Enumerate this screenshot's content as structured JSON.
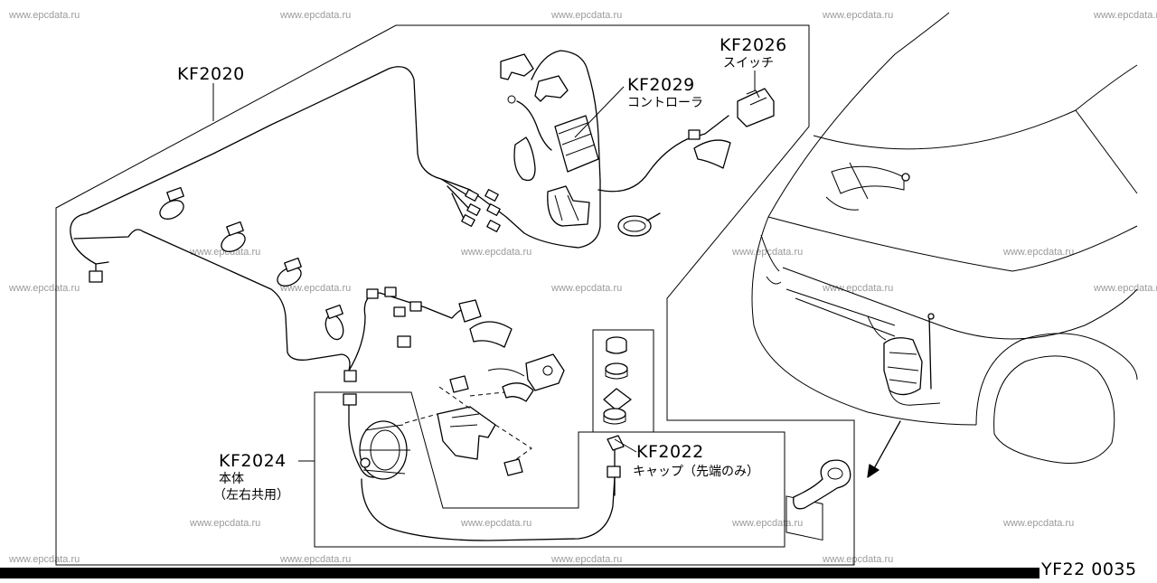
{
  "watermark": "www.epcdata.ru",
  "drawing_code": "YF22 0035",
  "callouts": {
    "kf2020": {
      "code": "KF2020"
    },
    "kf2026": {
      "code": "KF2026",
      "name": "スイッチ"
    },
    "kf2029": {
      "code": "KF2029",
      "name": "コントローラ"
    },
    "kf2024": {
      "code": "KF2024",
      "name": "本体",
      "note": "（左右共用）"
    },
    "kf2022": {
      "code": "KF2022",
      "name": "キャップ（先端のみ）"
    }
  },
  "colors": {
    "ink": "#000000",
    "watermark": "#9a9a9a",
    "background": "#ffffff"
  }
}
